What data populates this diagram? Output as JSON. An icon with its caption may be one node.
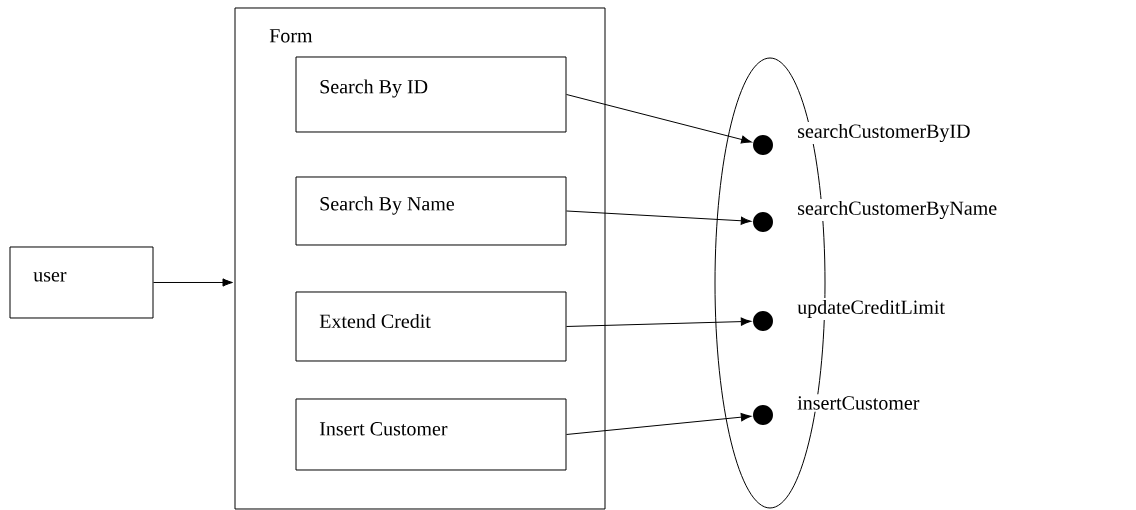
{
  "diagram": {
    "nodes": [
      {
        "text": [
          "user"
        ]
      },
      {
        "text": [
          "Form"
        ]
      },
      {
        "text": [
          "Search By ID"
        ],
        "in": 1
      },
      {
        "text": [
          "Search By Name"
        ],
        "in": 1
      },
      {
        "text": [
          "Extend Credit"
        ],
        "in": 1
      },
      {
        "text": [
          "Insert Customer"
        ],
        "in": 1
      },
      {
        "text": [],
        "shape": "ellipse"
      },
      {
        "text": [],
        "shape": "circle",
        "in": 6,
        "beside": [
          "searchCustomerByID"
        ]
      },
      {
        "text": [],
        "shape": "circle",
        "in": 6,
        "beside": [
          "searchCustomerByName"
        ]
      },
      {
        "text": [],
        "shape": "circle",
        "in": 6,
        "beside": [
          "updateCreditLimit"
        ]
      },
      {
        "text": [],
        "shape": "circle",
        "in": 6,
        "beside": [
          "insertCustomer"
        ]
      }
    ],
    "edges": [
      {
        "from": 0,
        "to": 1,
        "arrow": "to"
      },
      {
        "from": 2,
        "to": 7,
        "arrow": "to"
      },
      {
        "from": 3,
        "to": 8,
        "arrow": "to"
      },
      {
        "from": 4,
        "to": 9,
        "arrow": "to"
      },
      {
        "from": 5,
        "to": 10,
        "arrow": "to"
      }
    ]
  }
}
